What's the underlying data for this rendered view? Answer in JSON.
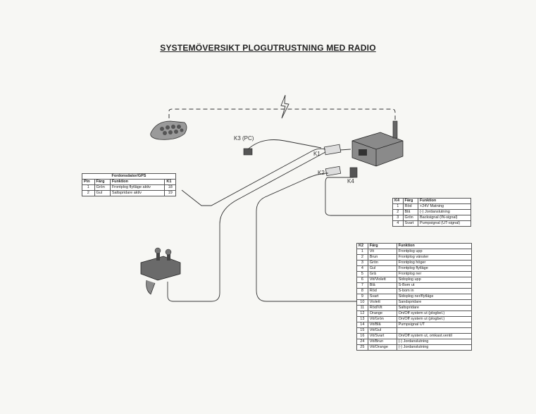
{
  "title": "SYSTEMÖVERSIKT PLOGUTRUSTNING MED RADIO",
  "labels": {
    "k3": "K3 (PC)",
    "k1": "K1",
    "k2": "K2",
    "k4": "K4"
  },
  "fordon": {
    "caption": "Fordonsdator/GPS",
    "headers": [
      "Pin",
      "Färg",
      "Funktion",
      "K1"
    ],
    "rows": [
      [
        "1",
        "Grön",
        "Frontplog flytläge aktiv",
        "18"
      ],
      [
        "2",
        "Gul",
        "Saltspridare aktiv",
        "19"
      ]
    ]
  },
  "k4_table": {
    "headers": [
      "K4",
      "Färg",
      "Funktion"
    ],
    "rows": [
      [
        "1",
        "Röd",
        "+24V Matning"
      ],
      [
        "2",
        "Blå",
        "(-) Jordanslutning"
      ],
      [
        "3",
        "Grön",
        "Backsignal (IN-signal)"
      ],
      [
        "4",
        "Svart",
        "Pumpsignal (UT-signal)"
      ]
    ]
  },
  "k2_table": {
    "headers": [
      "K2",
      "Färg",
      "Funktion"
    ],
    "rows": [
      [
        "1",
        "Vit",
        "Frontplog upp"
      ],
      [
        "2",
        "Brun",
        "Frontplog vänster"
      ],
      [
        "3",
        "Grön",
        "Frontplog höger"
      ],
      [
        "4",
        "Gul",
        "Frontplog flytläge"
      ],
      [
        "5",
        "Grå",
        "Frontplog ner"
      ],
      [
        "6",
        "Vit/Violett",
        "Sidoplog upp"
      ],
      [
        "7",
        "Blå",
        "S-Bom ut"
      ],
      [
        "8",
        "Röd",
        "S-bom in"
      ],
      [
        "9",
        "Svart",
        "Sidoplog ner/flytläge"
      ],
      [
        "10",
        "Violett",
        "Sandspridare"
      ],
      [
        "11",
        "Röd/Vit",
        "Saltspridare"
      ],
      [
        "12",
        "Orange",
        "On/Off system ut (plogbel.)"
      ],
      [
        "13",
        "Vit/Grön",
        "On/Off system ut (plogbel.)"
      ],
      [
        "14",
        "Vit/Blå",
        "Pumpsignal UT"
      ],
      [
        "15",
        "Vit/Gul",
        ""
      ],
      [
        "16",
        "Vit/Svart",
        "On/Off system ut, omkast.ventil"
      ],
      [
        "24",
        "Vit/Brun",
        "(-) Jordanslutning"
      ],
      [
        "25",
        "Vit/Orange",
        "(-) Jordanslutning"
      ]
    ]
  },
  "icons": [
    "remote-control-icon",
    "lightning-icon",
    "radio-box-icon",
    "joystick-panel-icon",
    "connector-icon"
  ]
}
